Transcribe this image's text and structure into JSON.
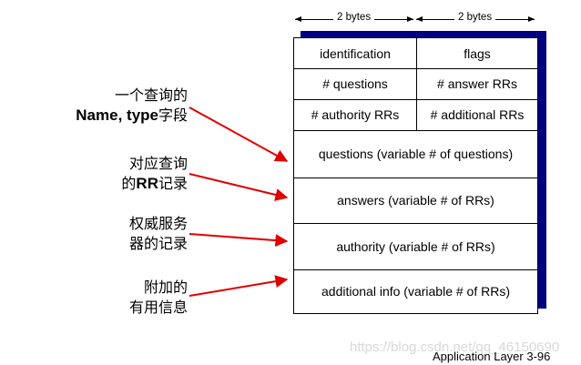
{
  "byte_labels": [
    "2 bytes",
    "2 bytes"
  ],
  "rows": {
    "identification": "identification",
    "flags": "flags",
    "num_questions": "# questions",
    "num_answer_rrs": "# answer RRs",
    "num_authority_rrs": "# authority RRs",
    "num_additional_rrs": "# additional RRs",
    "questions": "questions (variable # of questions)",
    "answers": "answers (variable # of RRs)",
    "authority": "authority (variable # of RRs)",
    "additional": "additional info (variable # of RRs)"
  },
  "annotations": [
    {
      "line1": "一个查询的",
      "line2_bold": "Name, type",
      "line2_rest": "字段"
    },
    {
      "line1": "对应查询",
      "line2_pre": "的",
      "line2_bold": "RR",
      "line2_rest": "记录"
    },
    {
      "line1": "权威服务",
      "line2": "器的记录"
    },
    {
      "line1": "附加的",
      "line2": "有用信息"
    }
  ],
  "arrow_color": "#e00000",
  "box_shadow_color": "#000080",
  "footer": "Application Layer   3-96",
  "watermark": "https://blog.csdn.net/qq_46150690"
}
